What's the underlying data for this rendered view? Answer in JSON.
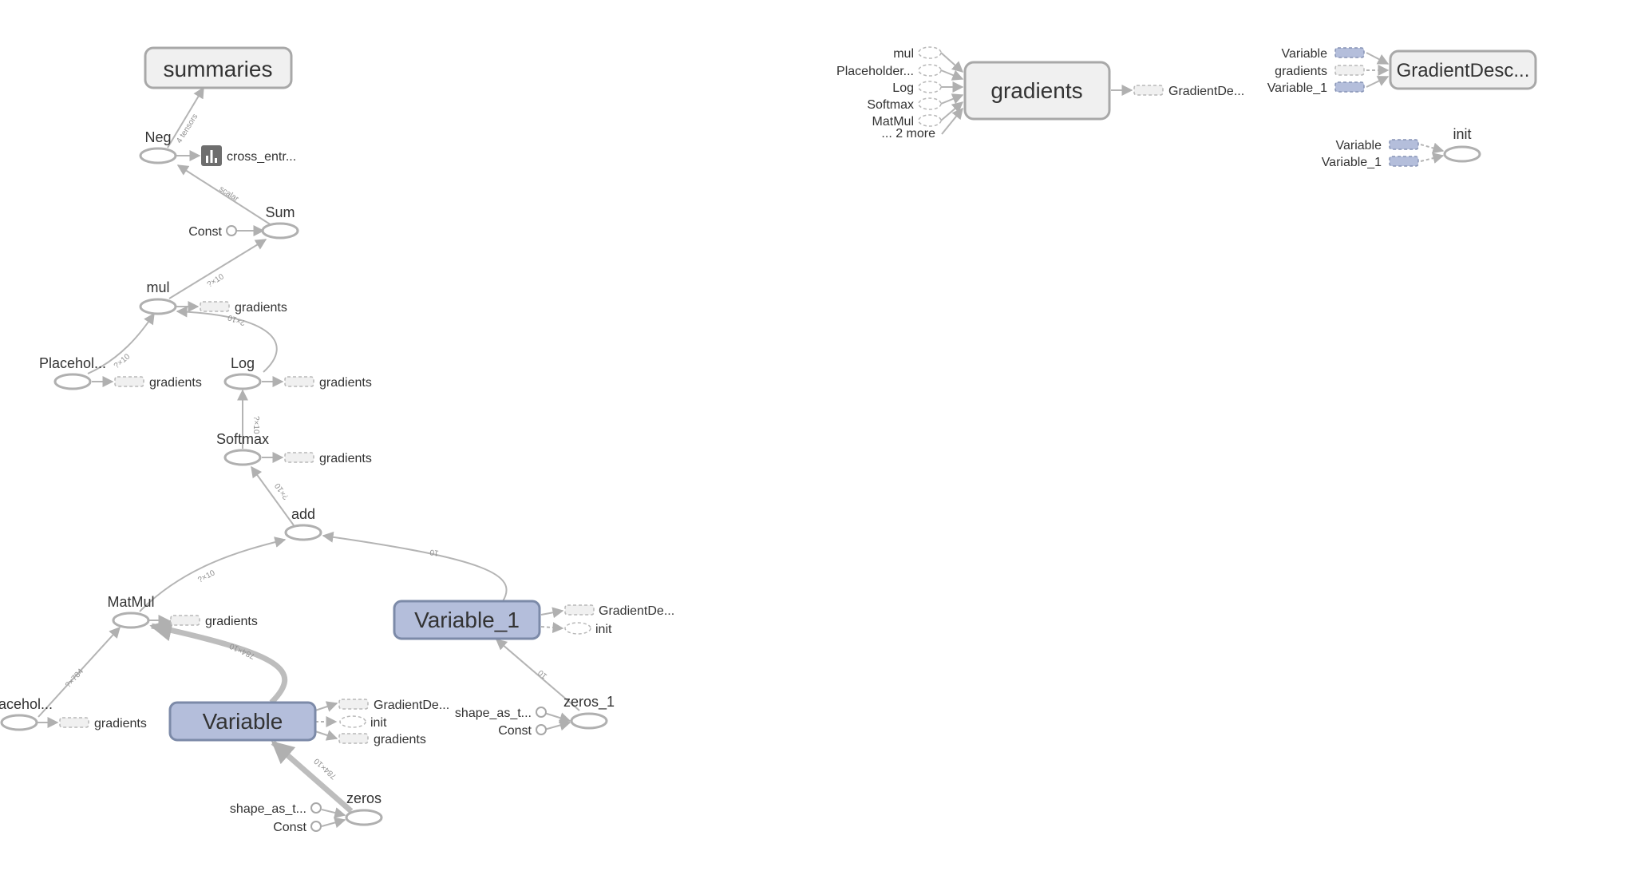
{
  "left_graph": {
    "summaries": "summaries",
    "neg": "Neg",
    "edge_4_tensors": "4 tensors",
    "cross_entropy": "cross_entr...",
    "edge_scalar": "scalar",
    "sum": "Sum",
    "sum_const": "Const",
    "mul": "mul",
    "edge_mul_sum": "?×10",
    "mul_gradients": "gradients",
    "edge_log_mul": "?×10",
    "placeholder_top": "Placehol...",
    "edge_ph_mul": "?×10",
    "placeholder_top_gradients": "gradients",
    "log": "Log",
    "log_gradients": "gradients",
    "softmax": "Softmax",
    "edge_softmax_log": "?×10",
    "softmax_gradients": "gradients",
    "add": "add",
    "edge_add_softmax": "?×10",
    "edge_matmul_add": "?×10",
    "edge_var1_add": "10",
    "matmul": "MatMul",
    "matmul_gradients": "gradients",
    "edge_var_matmul": "784×10",
    "placeholder_bottom": "Placehol...",
    "edge_ph_matmul": "?×784",
    "placeholder_bottom_gradients": "gradients",
    "variable": "Variable",
    "variable_gd": "GradientDe...",
    "variable_init": "init",
    "variable_gradients": "gradients",
    "edge_zeros_var": "784×10",
    "zeros": "zeros",
    "zeros_shape": "shape_as_t...",
    "zeros_const": "Const",
    "variable_1": "Variable_1",
    "variable_1_gd": "GradientDe...",
    "variable_1_init": "init",
    "edge_zeros1_var1": "10",
    "zeros_1": "zeros_1",
    "zeros_1_shape": "shape_as_t...",
    "zeros_1_const": "Const"
  },
  "gradients_group": {
    "title": "gradients",
    "inputs": [
      "mul",
      "Placeholder...",
      "Log",
      "Softmax",
      "MatMul",
      "... 2 more"
    ],
    "output": "GradientDe..."
  },
  "gradient_descent_group": {
    "title": "GradientDesc...",
    "inputs": [
      "Variable",
      "gradients",
      "Variable_1"
    ]
  },
  "init_group": {
    "title": "init",
    "inputs": [
      "Variable",
      "Variable_1"
    ]
  }
}
